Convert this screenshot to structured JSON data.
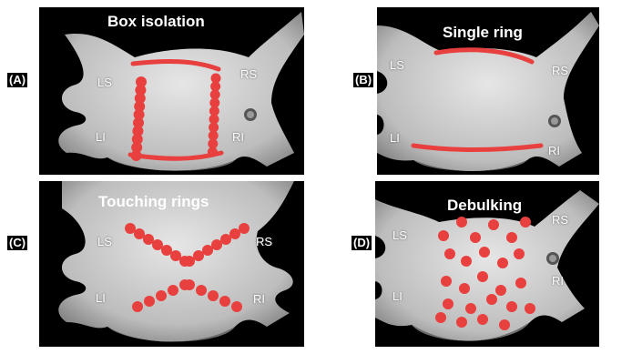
{
  "panels": [
    {
      "key": "A",
      "label": "(A)",
      "title": "Box isolation",
      "ls": "LS",
      "li": "LI",
      "rs": "RS",
      "ri": "RI"
    },
    {
      "key": "B",
      "label": "(B)",
      "title": "Single ring",
      "ls": "LS",
      "li": "LI",
      "rs": "RS",
      "ri": "RI"
    },
    {
      "key": "C",
      "label": "(C)",
      "title": "Touching  rings",
      "ls": "LS",
      "li": "LI",
      "rs": "RS",
      "ri": "RI"
    },
    {
      "key": "D",
      "label": "(D)",
      "title": "Debulking",
      "ls": "LS",
      "li": "LI",
      "rs": "RS",
      "ri": "RI"
    }
  ],
  "colors": {
    "background": "#000000",
    "atrium": "#c8c8c8",
    "ablation": "#e8403f",
    "text": "#ffffff"
  }
}
